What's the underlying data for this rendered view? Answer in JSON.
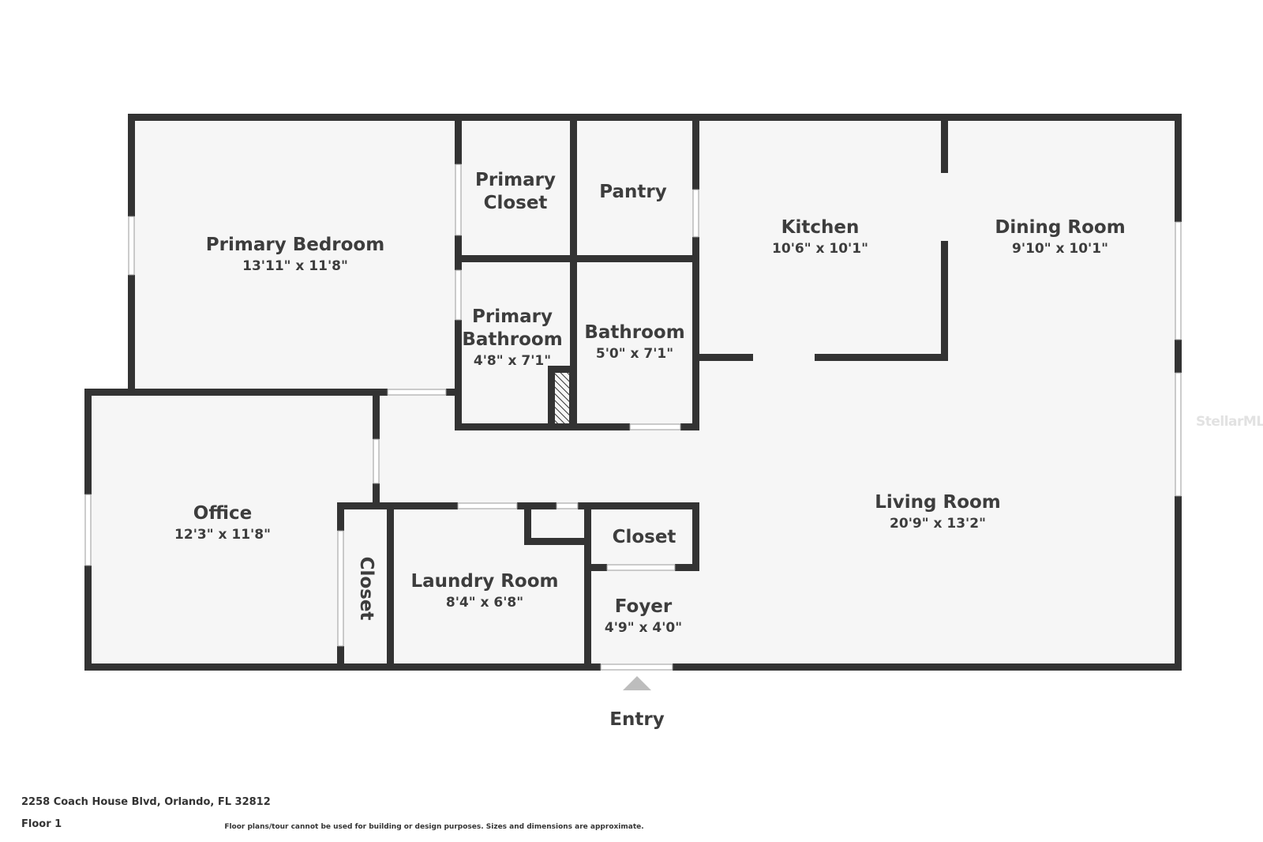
{
  "rooms": {
    "primary_bedroom": {
      "name": "Primary Bedroom",
      "dims": "13'11\" x 11'8\""
    },
    "primary_closet": {
      "line1": "Primary",
      "line2": "Closet"
    },
    "pantry": {
      "name": "Pantry"
    },
    "kitchen": {
      "name": "Kitchen",
      "dims": "10'6\" x 10'1\""
    },
    "dining_room": {
      "name": "Dining Room",
      "dims": "9'10\" x 10'1\""
    },
    "primary_bathroom": {
      "line1": "Primary",
      "line2": "Bathroom",
      "dims": "4'8\" x 7'1\""
    },
    "bathroom": {
      "name": "Bathroom",
      "dims": "5'0\" x 7'1\""
    },
    "office": {
      "name": "Office",
      "dims": "12'3\" x 11'8\""
    },
    "office_closet": {
      "name": "Closet"
    },
    "laundry_room": {
      "name": "Laundry Room",
      "dims": "8'4\" x 6'8\""
    },
    "foyer_closet": {
      "name": "Closet"
    },
    "foyer": {
      "name": "Foyer",
      "dims": "4'9\" x 4'0\""
    },
    "living_room": {
      "name": "Living Room",
      "dims": "20'9\" x 13'2\""
    }
  },
  "entry": {
    "label": "Entry"
  },
  "footer": {
    "address": "2258 Coach House Blvd, Orlando, FL 32812",
    "floor": "Floor 1",
    "disclaimer": "Floor plans/tour cannot be used for building or design purposes. Sizes and dimensions are approximate."
  },
  "watermark": "StellarMLS",
  "colors": {
    "wall": "#333333",
    "floor": "#f6f6f6",
    "text": "#3d3d3d"
  }
}
